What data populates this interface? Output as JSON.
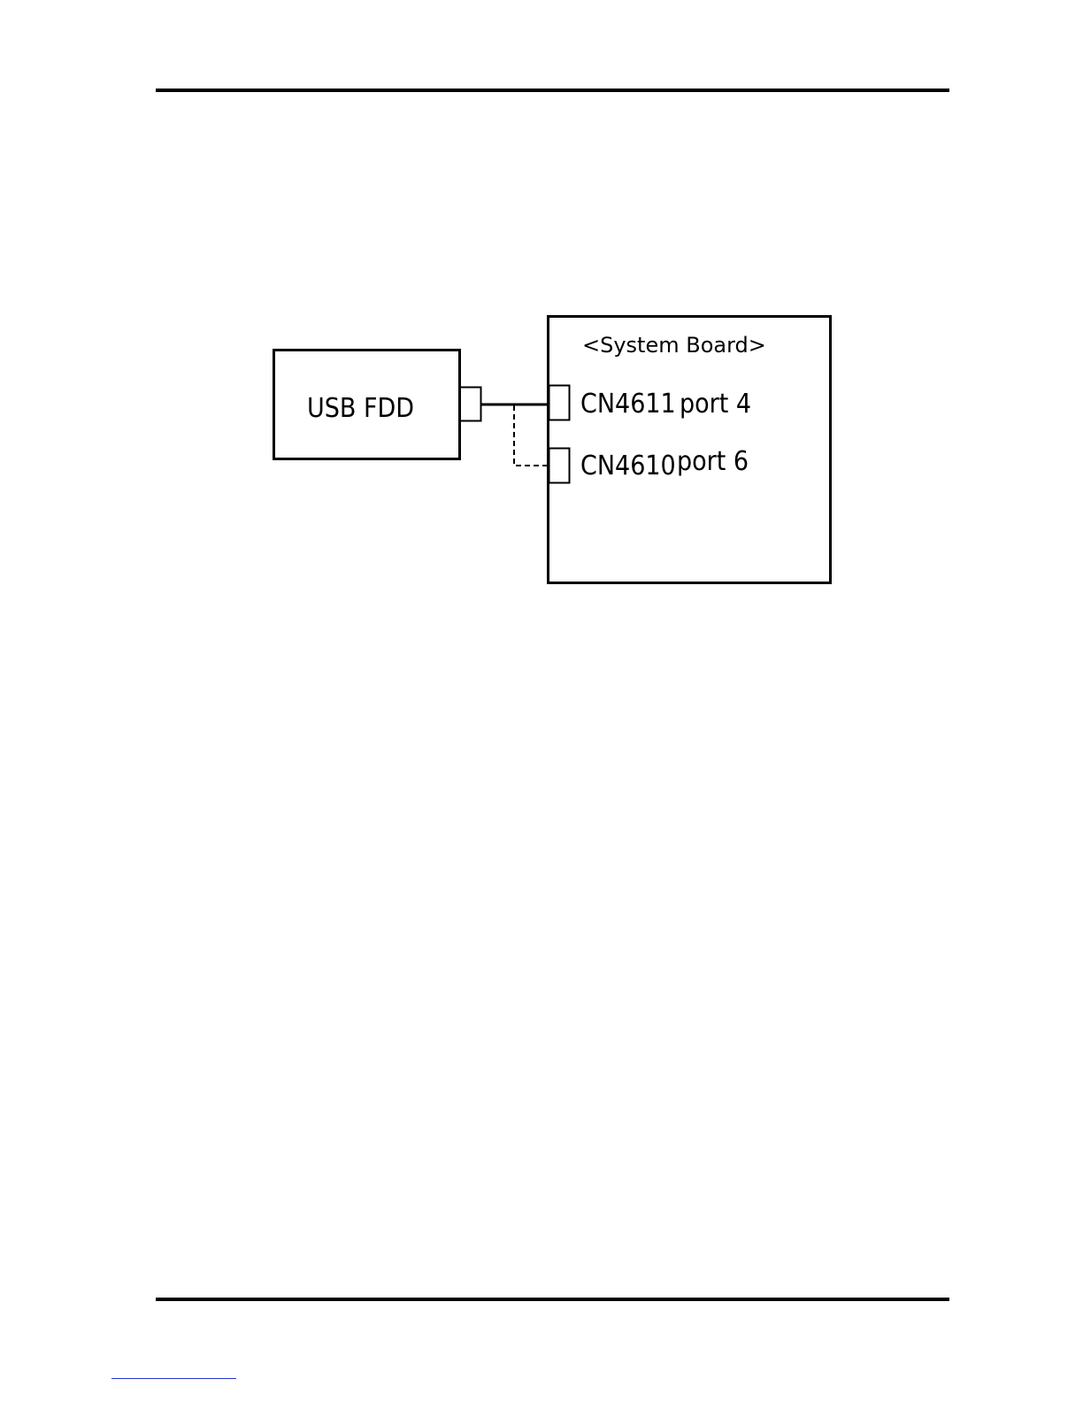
{
  "diagram": {
    "device_label": "USB FDD",
    "board_title": "<System Board>",
    "connectors": [
      {
        "name": "CN4611",
        "port": "port 4",
        "connection": "solid"
      },
      {
        "name": "CN4610",
        "port": "port 6",
        "connection": "dashed"
      }
    ]
  }
}
